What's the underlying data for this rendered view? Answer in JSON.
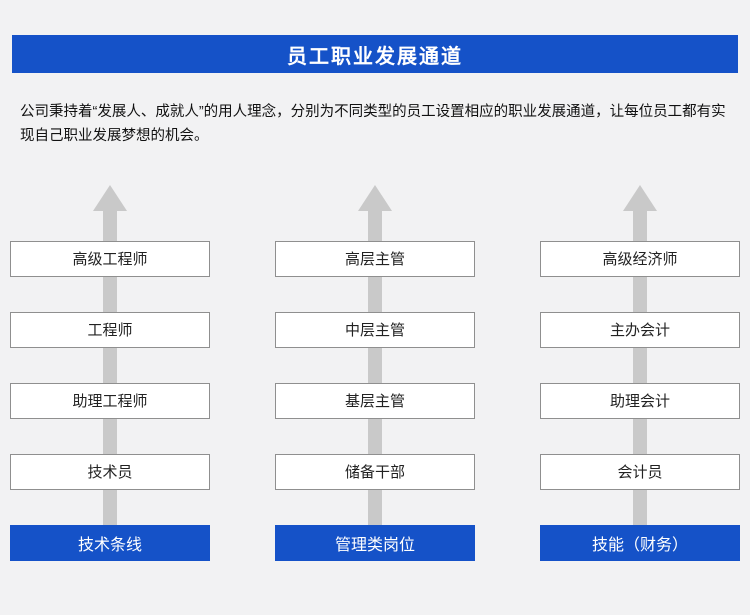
{
  "header": {
    "title": "员工职业发展通道"
  },
  "intro": {
    "text": "公司秉持着“发展人、成就人”的用人理念，分别为不同类型的员工设置相应的职业发展通道，让每位员工都有实现自己职业发展梦想的机会。"
  },
  "columns": [
    {
      "levels": [
        "高级工程师",
        "工程师",
        "助理工程师",
        "技术员"
      ],
      "track": "技术条线"
    },
    {
      "levels": [
        "高层主管",
        "中层主管",
        "基层主管",
        "储备干部"
      ],
      "track": "管理类岗位"
    },
    {
      "levels": [
        "高级经济师",
        "主办会计",
        "助理会计",
        "会计员"
      ],
      "track": "技能（财务）"
    }
  ],
  "colors": {
    "accent": "#1552c8",
    "arrow": "#c9c9c9",
    "page-bg": "#f2f2f3"
  }
}
